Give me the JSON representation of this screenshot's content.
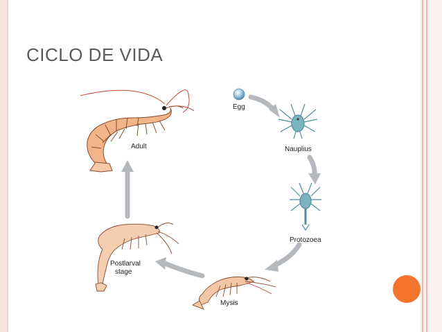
{
  "slide": {
    "title": "CICLO DE VIDA"
  },
  "diagram": {
    "stages": {
      "egg": "Egg",
      "nauplius": "Nauplius",
      "protozoea": "Protozoea",
      "mysis": "Mysis",
      "postlarval_line1": "Postlarval",
      "postlarval_line2": "stage",
      "adult": "Adult"
    },
    "colors": {
      "arrow": "#b5b9bd",
      "shrimp_body": "#f2b489",
      "shrimp_outline": "#8a4a2a",
      "larva": "#7bb3bf",
      "accent": "#f4742e",
      "title": "#5a5a5a"
    }
  }
}
